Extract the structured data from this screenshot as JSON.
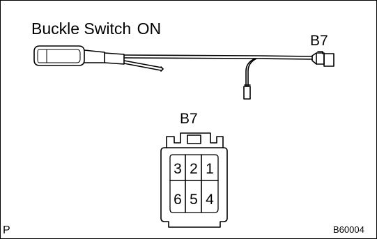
{
  "diagram": {
    "title": {
      "part": "Buckle Switch",
      "state": "ON"
    },
    "connector_label_harness": "B7",
    "connector_label_face": "B7",
    "pins": {
      "top_row": [
        "3",
        "2",
        "1"
      ],
      "bottom_row": [
        "6",
        "5",
        "4"
      ]
    },
    "corner_mark": "P",
    "figure_code": "B60004"
  }
}
